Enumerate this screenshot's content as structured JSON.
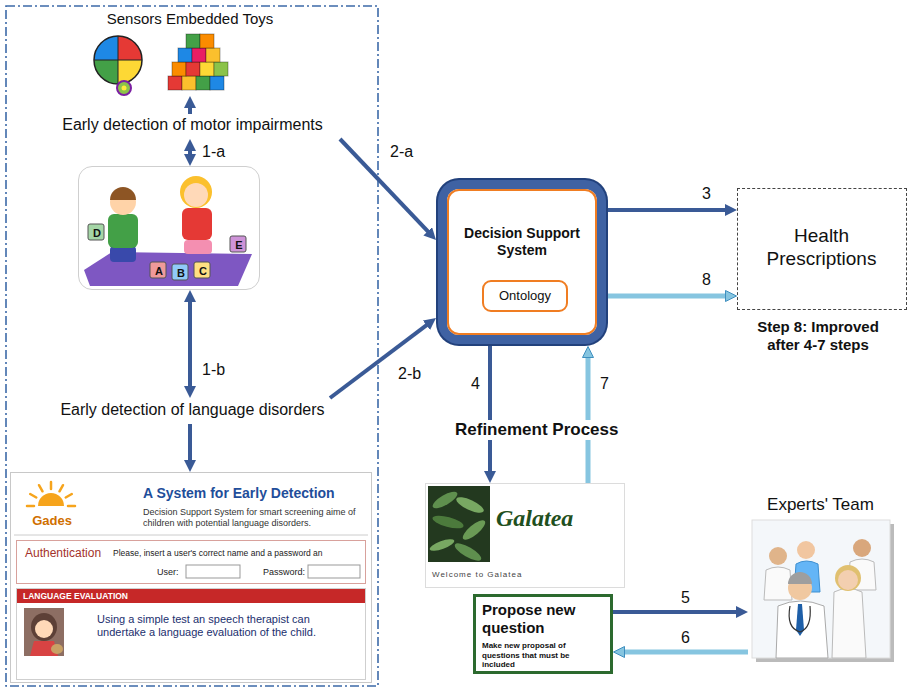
{
  "diagram": {
    "nodes": [
      {
        "text": [
          "Sensors Embedded Toys"
        ]
      },
      {
        "text": [
          "Early detection of motor impairments"
        ]
      },
      {
        "text": [
          "D",
          "A",
          "B",
          "C",
          "E"
        ]
      },
      {
        "text": [
          "Decision Support System"
        ]
      },
      {
        "text": [
          "Ontology"
        ],
        "in": 3
      },
      {
        "text": [
          "Health Prescriptions"
        ]
      },
      {
        "text": [
          "Early detection of language disorders"
        ]
      },
      {
        "text": [
          "Gades",
          "A System for Early Detection",
          "Decision Support System for smart screening aime of children with potential language disorders."
        ]
      },
      {
        "text": [
          "Authentication",
          "Please, insert a user's correct name and a password an",
          "User:",
          "Password:"
        ],
        "in": 7
      },
      {
        "text": [
          "LANGUAGE EVALUATION",
          "Using a simple test an speech therapist can undertake a language evaluation of the child."
        ],
        "in": 7
      },
      {
        "text": [
          "Galatea",
          "Welcome to Galatea"
        ]
      },
      {
        "text": [
          "Propose new question",
          "Make new proposal of questions that must be included"
        ]
      },
      {
        "text": [
          "Experts' Team"
        ]
      }
    ],
    "edges": [
      {
        "from": 1,
        "to": 0,
        "arrow": "to"
      },
      {
        "from": 1,
        "to": 2,
        "label": "1-a",
        "arrow": "both"
      },
      {
        "from": 2,
        "to": 6,
        "label": "1-b",
        "arrow": "both"
      },
      {
        "from": 6,
        "to": 7,
        "arrow": "to"
      },
      {
        "from": 1,
        "to": 3,
        "label": "2-a",
        "arrow": "to"
      },
      {
        "from": 6,
        "to": 3,
        "label": "2-b",
        "arrow": "to"
      },
      {
        "from": 3,
        "to": 5,
        "label": "3",
        "arrow": "to"
      },
      {
        "from": 3,
        "to": 5,
        "label": "8",
        "arrow": "to"
      },
      {
        "from": 3,
        "to": 10,
        "label": "4",
        "arrow": "to"
      },
      {
        "from": 10,
        "to": 3,
        "label": "7",
        "arrow": "to"
      },
      {
        "from": 11,
        "to": 12,
        "label": "5",
        "arrow": "to"
      },
      {
        "from": 12,
        "to": 11,
        "label": "6",
        "arrow": "to"
      }
    ],
    "labels": [
      "Refinement Process",
      "Step 8: Improved after 4-7 steps"
    ]
  }
}
